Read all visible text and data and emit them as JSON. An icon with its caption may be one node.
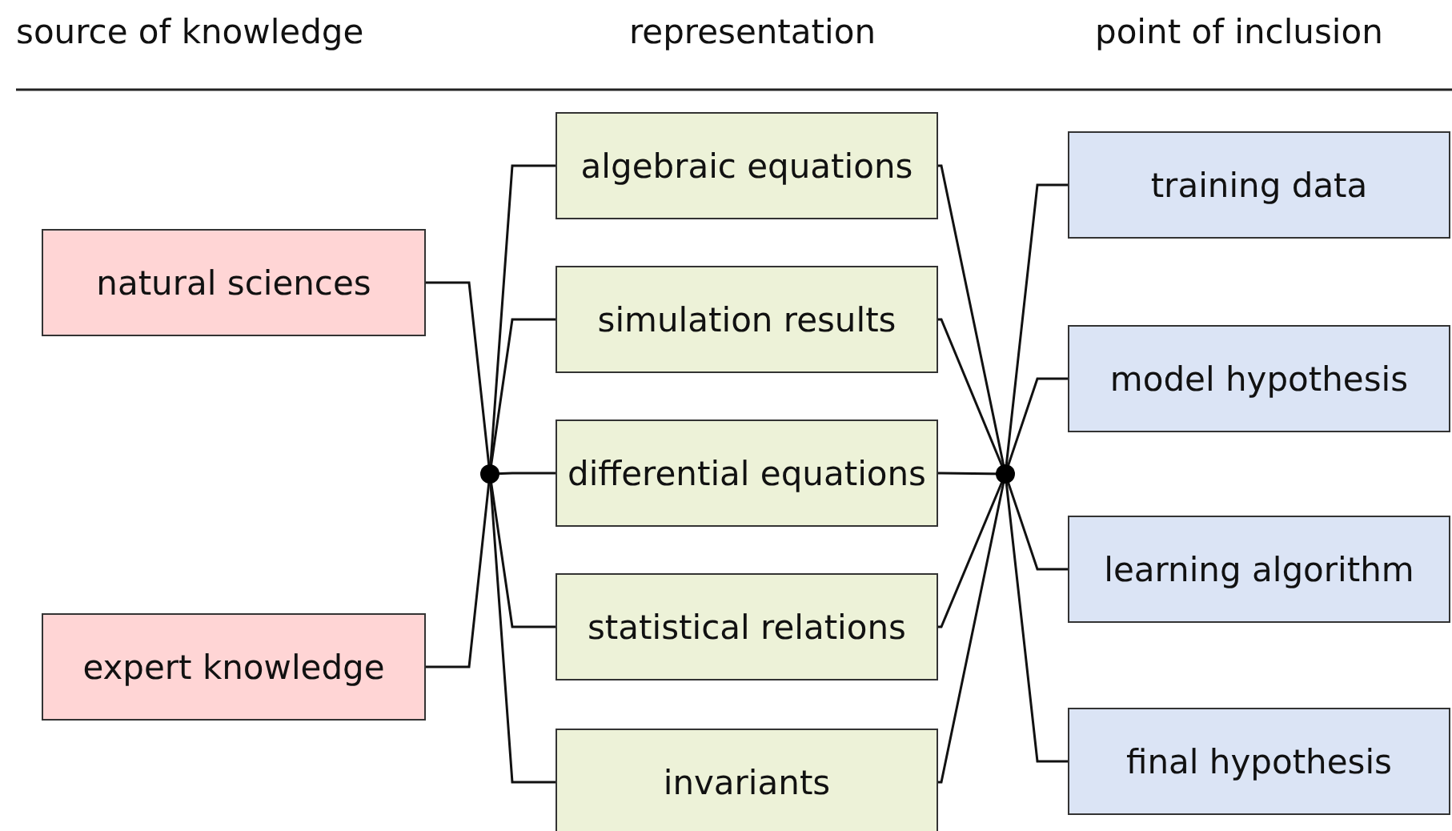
{
  "diagram": {
    "nodes": [
      {
        "text": [
          "natural sciences"
        ]
      },
      {
        "text": [
          "expert knowledge"
        ]
      },
      {
        "text": [
          "algebraic equations"
        ]
      },
      {
        "text": [
          "simulation results"
        ]
      },
      {
        "text": [
          "differential equations"
        ]
      },
      {
        "text": [
          "statistical relations"
        ]
      },
      {
        "text": [
          "invariants"
        ]
      },
      {
        "text": [
          "training data"
        ]
      },
      {
        "text": [
          "model hypothesis"
        ]
      },
      {
        "text": [
          "learning algorithm"
        ]
      },
      {
        "text": [
          "final hypothesis"
        ]
      },
      {
        "text": [],
        "shape": "circle"
      },
      {
        "text": [],
        "shape": "circle"
      }
    ],
    "edges": [
      {
        "from": 0,
        "to": 11,
        "arrow": "none"
      },
      {
        "from": 1,
        "to": 11,
        "arrow": "none"
      },
      {
        "from": 11,
        "to": 2,
        "arrow": "none"
      },
      {
        "from": 11,
        "to": 3,
        "arrow": "none"
      },
      {
        "from": 11,
        "to": 4,
        "arrow": "none"
      },
      {
        "from": 11,
        "to": 5,
        "arrow": "none"
      },
      {
        "from": 11,
        "to": 6,
        "arrow": "none"
      },
      {
        "from": 2,
        "to": 12,
        "arrow": "none"
      },
      {
        "from": 3,
        "to": 12,
        "arrow": "none"
      },
      {
        "from": 4,
        "to": 12,
        "arrow": "none"
      },
      {
        "from": 5,
        "to": 12,
        "arrow": "none"
      },
      {
        "from": 6,
        "to": 12,
        "arrow": "none"
      },
      {
        "from": 12,
        "to": 7,
        "arrow": "none"
      },
      {
        "from": 12,
        "to": 8,
        "arrow": "none"
      },
      {
        "from": 12,
        "to": 9,
        "arrow": "none"
      },
      {
        "from": 12,
        "to": 10,
        "arrow": "none"
      }
    ],
    "labels": [
      "source of knowledge",
      "representation",
      "point of inclusion"
    ]
  }
}
